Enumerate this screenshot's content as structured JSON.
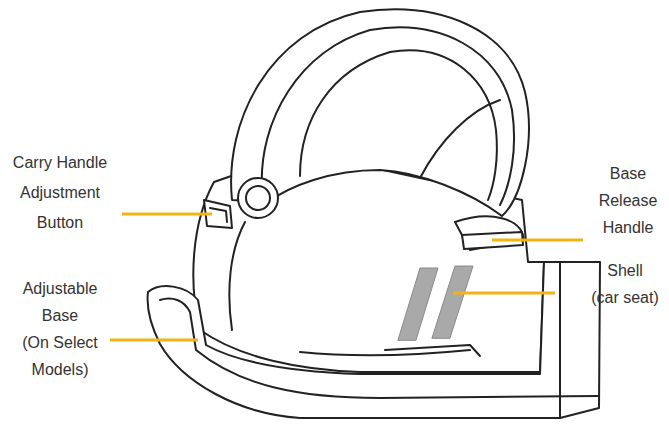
{
  "diagram": {
    "labels": [
      "Carry Handle Adjustment Button",
      "Adjustable Base (On Select Models)",
      "Base Release Handle",
      "Shell (car seat)"
    ]
  }
}
